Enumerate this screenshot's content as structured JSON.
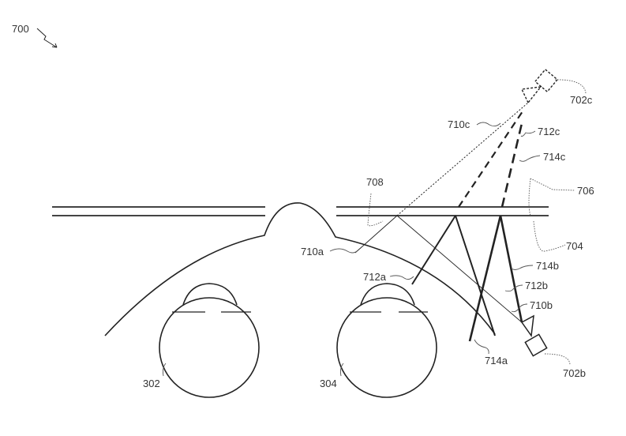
{
  "figure_label": "700",
  "labels": {
    "l302": "302",
    "l304": "304",
    "l702b": "702b",
    "l702c": "702c",
    "l704": "704",
    "l706": "706",
    "l708": "708",
    "l710a": "710a",
    "l710b": "710b",
    "l710c": "710c",
    "l712a": "712a",
    "l712b": "712b",
    "l712c": "712c",
    "l714a": "714a",
    "l714b": "714b",
    "l714c": "714c"
  }
}
